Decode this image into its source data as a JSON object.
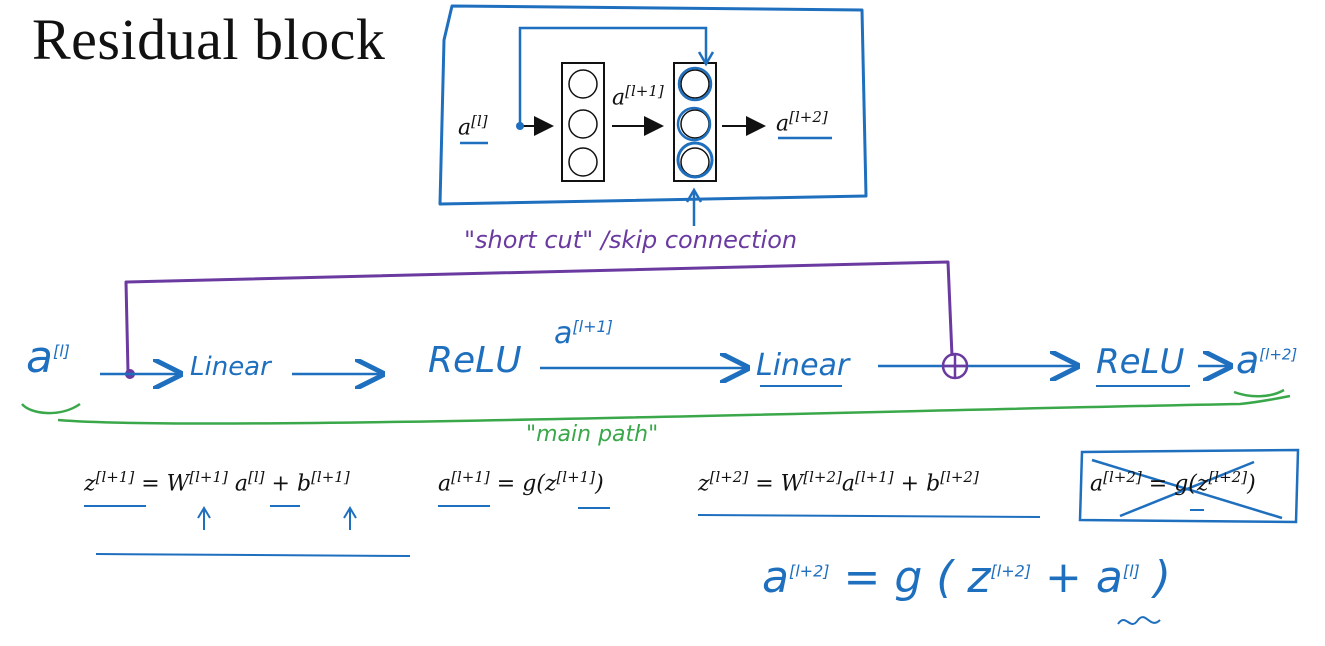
{
  "title": "Residual block",
  "top_diagram": {
    "input_label": "a",
    "input_sup": "[l]",
    "hidden_label": "a",
    "hidden_sup": "[l+1]",
    "output_label": "a",
    "output_sup": "[l+2]",
    "shortcut_caption": "\"short cut\" /skip connection"
  },
  "main_path": {
    "input": "a",
    "input_sup": "[l]",
    "linear1": "Linear",
    "relu1": "ReLU",
    "mid_act": "a",
    "mid_sup": "[l+1]",
    "linear2": "Linear",
    "relu2": "ReLU",
    "output": "a",
    "output_sup": "[l+2]",
    "main_path_caption": "\"main path\""
  },
  "equations": {
    "eq1_lhs": "z",
    "eq1_lhs_sup": "[l+1]",
    "eq1_W": "W",
    "eq1_W_sup": "[l+1]",
    "eq1_a": "a",
    "eq1_a_sup": "[l]",
    "eq1_b": "b",
    "eq1_b_sup": "[l+1]",
    "eq2_lhs": "a",
    "eq2_lhs_sup": "[l+1]",
    "eq2_rhs": "g(z",
    "eq2_rhs_sup": "[l+1]",
    "eq2_close": ")",
    "eq3_lhs": "z",
    "eq3_lhs_sup": "[l+2]",
    "eq3_W": "W",
    "eq3_W_sup": "[l+2]",
    "eq3_a": "a",
    "eq3_a_sup": "[l+1]",
    "eq3_b": "b",
    "eq3_b_sup": "[l+2]",
    "eq4_lhs": "a",
    "eq4_lhs_sup": "[l+2]",
    "eq4_rhs": "g(z",
    "eq4_rhs_sup": "[l+2]",
    "eq4_close": ")",
    "handwritten_result": "a",
    "handwritten_result_sup": "[l+2]",
    "handwritten_rhs": "= g ( z",
    "handwritten_z_sup": "[l+2]",
    "handwritten_plus": "+ a",
    "handwritten_a_sup": "[l]",
    "handwritten_close": ")"
  },
  "colors": {
    "blue": "#1f6fbf",
    "purple": "#6a3aa0",
    "green": "#3aa84a",
    "ink": "#111111"
  }
}
